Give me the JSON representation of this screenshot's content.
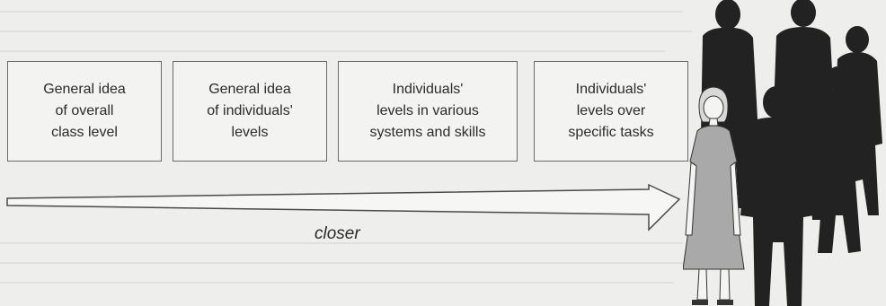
{
  "boxes": [
    {
      "lines": [
        "General idea",
        "of overall",
        "class level"
      ]
    },
    {
      "lines": [
        "General idea",
        "of individuals'",
        "levels"
      ]
    },
    {
      "lines": [
        "Individuals'",
        "levels in various",
        "systems and skills"
      ]
    },
    {
      "lines": [
        "Individuals'",
        "levels over",
        "specific tasks"
      ]
    }
  ],
  "arrow_label": "closer",
  "colors": {
    "background": "#eeeeec",
    "box_border": "#6a6a6a",
    "text": "#2b2b2b",
    "silhouette": "#222222",
    "woman_dress": "#a9a9a9"
  }
}
